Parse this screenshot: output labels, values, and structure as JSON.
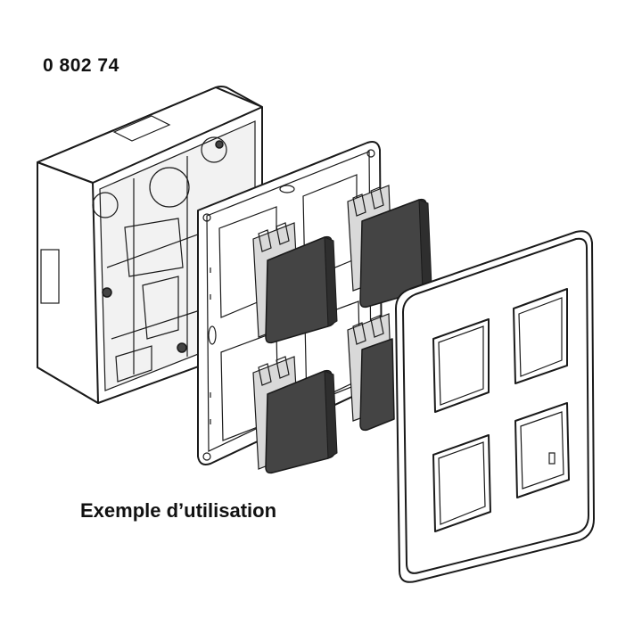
{
  "header": {
    "reference": "0 802 74"
  },
  "caption": {
    "text": "Exemple d’utilisation"
  },
  "figure": {
    "parts": [
      "surface-mounting-box",
      "support-plate",
      "switch-mechanism",
      "cover-plate"
    ],
    "mechanism_count": 4,
    "plate_openings": 4
  }
}
